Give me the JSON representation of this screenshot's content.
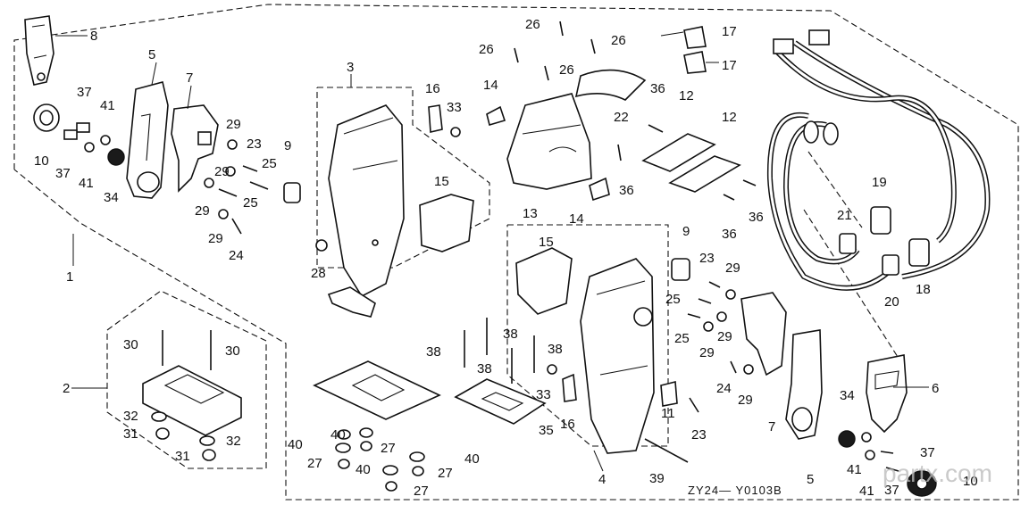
{
  "diagram_code": "ZY24— Y0103B",
  "watermark": "partx.com",
  "labels": [
    {
      "id": "l1",
      "text": "1"
    },
    {
      "id": "l2",
      "text": "2"
    },
    {
      "id": "l3",
      "text": "3"
    },
    {
      "id": "l4",
      "text": "4"
    },
    {
      "id": "l5a",
      "text": "5"
    },
    {
      "id": "l5b",
      "text": "5"
    },
    {
      "id": "l6",
      "text": "6"
    },
    {
      "id": "l7a",
      "text": "7"
    },
    {
      "id": "l7b",
      "text": "7"
    },
    {
      "id": "l8",
      "text": "8"
    },
    {
      "id": "l9a",
      "text": "9"
    },
    {
      "id": "l9b",
      "text": "9"
    },
    {
      "id": "l10a",
      "text": "10"
    },
    {
      "id": "l10b",
      "text": "10"
    },
    {
      "id": "l11",
      "text": "11"
    },
    {
      "id": "l12a",
      "text": "12"
    },
    {
      "id": "l12b",
      "text": "12"
    },
    {
      "id": "l13",
      "text": "13"
    },
    {
      "id": "l14a",
      "text": "14"
    },
    {
      "id": "l14b",
      "text": "14"
    },
    {
      "id": "l15a",
      "text": "15"
    },
    {
      "id": "l15b",
      "text": "15"
    },
    {
      "id": "l16a",
      "text": "16"
    },
    {
      "id": "l16b",
      "text": "16"
    },
    {
      "id": "l17a",
      "text": "17"
    },
    {
      "id": "l17b",
      "text": "17"
    },
    {
      "id": "l18",
      "text": "18"
    },
    {
      "id": "l19",
      "text": "19"
    },
    {
      "id": "l20",
      "text": "20"
    },
    {
      "id": "l21",
      "text": "21"
    },
    {
      "id": "l22",
      "text": "22"
    },
    {
      "id": "l23a",
      "text": "23"
    },
    {
      "id": "l23b",
      "text": "23"
    },
    {
      "id": "l23c",
      "text": "23"
    },
    {
      "id": "l24a",
      "text": "24"
    },
    {
      "id": "l24b",
      "text": "24"
    },
    {
      "id": "l25a",
      "text": "25"
    },
    {
      "id": "l25b",
      "text": "25"
    },
    {
      "id": "l25c",
      "text": "25"
    },
    {
      "id": "l25d",
      "text": "25"
    },
    {
      "id": "l26a",
      "text": "26"
    },
    {
      "id": "l26b",
      "text": "26"
    },
    {
      "id": "l26c",
      "text": "26"
    },
    {
      "id": "l26d",
      "text": "26"
    },
    {
      "id": "l27a",
      "text": "27"
    },
    {
      "id": "l27b",
      "text": "27"
    },
    {
      "id": "l27c",
      "text": "27"
    },
    {
      "id": "l27d",
      "text": "27"
    },
    {
      "id": "l28",
      "text": "28"
    },
    {
      "id": "l29a",
      "text": "29"
    },
    {
      "id": "l29b",
      "text": "29"
    },
    {
      "id": "l29c",
      "text": "29"
    },
    {
      "id": "l29d",
      "text": "29"
    },
    {
      "id": "l29e",
      "text": "29"
    },
    {
      "id": "l29f",
      "text": "29"
    },
    {
      "id": "l29g",
      "text": "29"
    },
    {
      "id": "l29h",
      "text": "29"
    },
    {
      "id": "l30a",
      "text": "30"
    },
    {
      "id": "l30b",
      "text": "30"
    },
    {
      "id": "l31a",
      "text": "31"
    },
    {
      "id": "l31b",
      "text": "31"
    },
    {
      "id": "l32a",
      "text": "32"
    },
    {
      "id": "l32b",
      "text": "32"
    },
    {
      "id": "l33a",
      "text": "33"
    },
    {
      "id": "l33b",
      "text": "33"
    },
    {
      "id": "l34a",
      "text": "34"
    },
    {
      "id": "l34b",
      "text": "34"
    },
    {
      "id": "l35",
      "text": "35"
    },
    {
      "id": "l36a",
      "text": "36"
    },
    {
      "id": "l36b",
      "text": "36"
    },
    {
      "id": "l36c",
      "text": "36"
    },
    {
      "id": "l36d",
      "text": "36"
    },
    {
      "id": "l37a",
      "text": "37"
    },
    {
      "id": "l37b",
      "text": "37"
    },
    {
      "id": "l37c",
      "text": "37"
    },
    {
      "id": "l37d",
      "text": "37"
    },
    {
      "id": "l38a",
      "text": "38"
    },
    {
      "id": "l38b",
      "text": "38"
    },
    {
      "id": "l38c",
      "text": "38"
    },
    {
      "id": "l38d",
      "text": "38"
    },
    {
      "id": "l39",
      "text": "39"
    },
    {
      "id": "l40a",
      "text": "40"
    },
    {
      "id": "l40b",
      "text": "40"
    },
    {
      "id": "l40c",
      "text": "40"
    },
    {
      "id": "l40d",
      "text": "40"
    },
    {
      "id": "l41a",
      "text": "41"
    },
    {
      "id": "l41b",
      "text": "41"
    },
    {
      "id": "l41c",
      "text": "41"
    },
    {
      "id": "l41d",
      "text": "41"
    }
  ]
}
